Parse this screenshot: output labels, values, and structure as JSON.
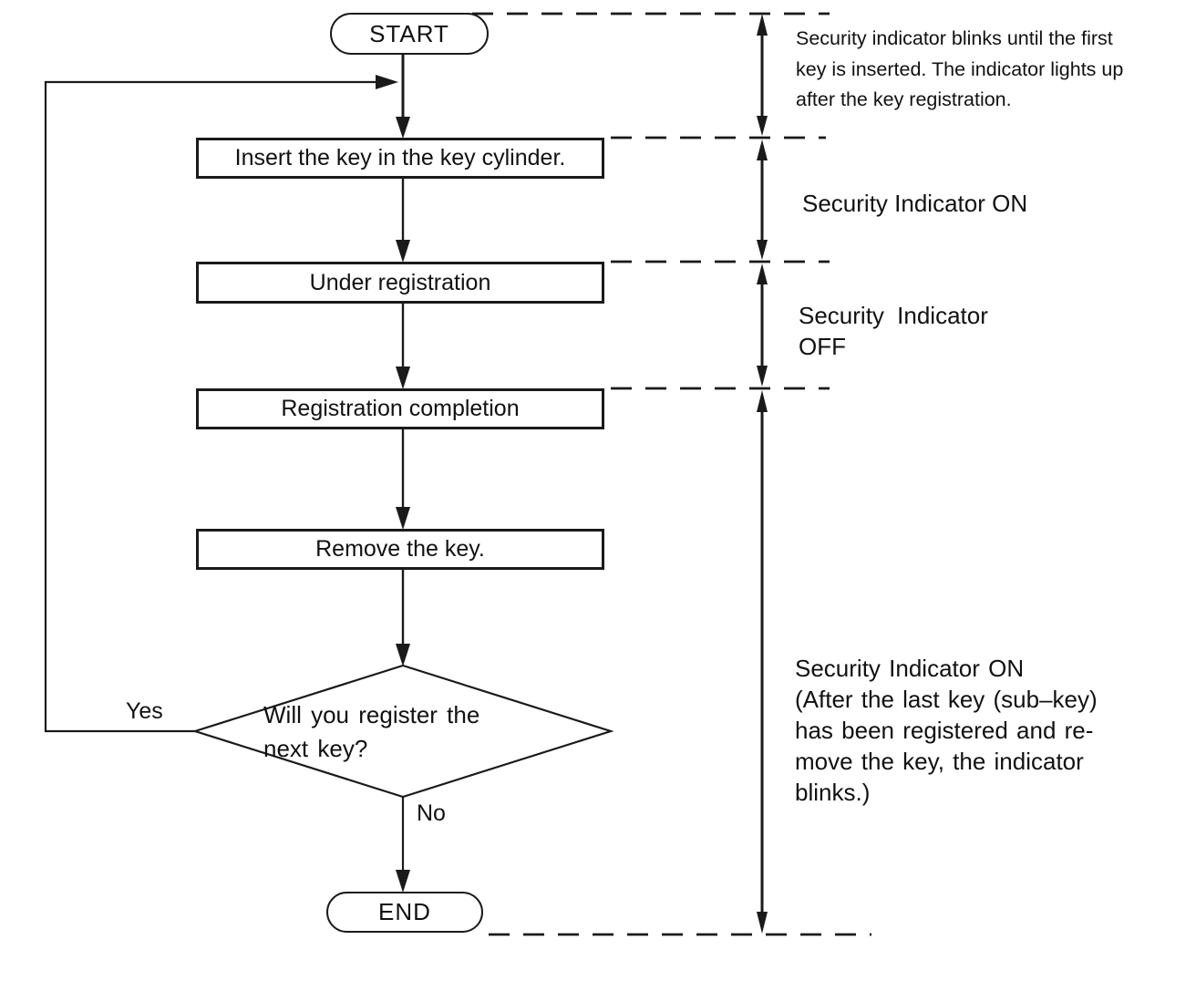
{
  "flow": {
    "start": "START",
    "insert": "Insert the key in the key cylinder.",
    "under_registration": "Under registration",
    "registration_completion": "Registration completion",
    "remove": "Remove the key.",
    "decision": {
      "line1": "Will you register the",
      "line2": "next key?"
    },
    "yes": "Yes",
    "no": "No",
    "end": "END"
  },
  "annotations": {
    "blink_note": {
      "line1": "Security indicator blinks until the first",
      "line2": "key is inserted. The indicator lights up",
      "line3": "after the key registration."
    },
    "indicator_on": "Security Indicator ON",
    "indicator_off": {
      "line1": "Security Indicator",
      "line2": "OFF"
    },
    "indicator_on_after": {
      "line1": "Security Indicator ON",
      "line2": "(After the last key (sub–key)",
      "line3": "has been registered and re-",
      "line4": "move the key, the indicator",
      "line5": "blinks.)"
    }
  },
  "colors": {
    "ink": "#1a1a1a",
    "paper": "#ffffff"
  }
}
